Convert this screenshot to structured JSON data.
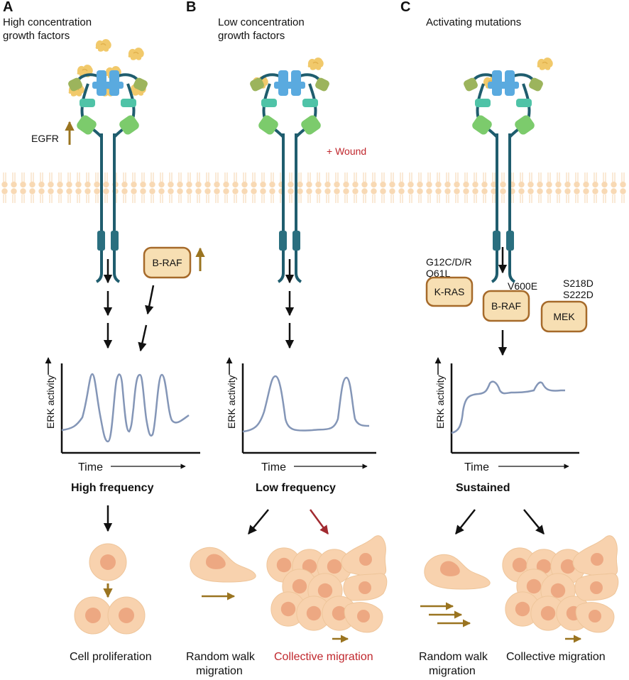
{
  "panels": [
    {
      "letter": "A",
      "heading_line1": "High concentration",
      "heading_line2": "growth factors",
      "receptor_label": "EGFR",
      "braf_label": "B-RAF",
      "y_axis": "ERK activity",
      "x_axis": "Time",
      "frequency_label": "High frequency",
      "outcome": "Cell proliferation"
    },
    {
      "letter": "B",
      "heading_line1": "Low concentration",
      "heading_line2": "growth factors",
      "wound_label": "+ Wound",
      "y_axis": "ERK activity",
      "x_axis": "Time",
      "frequency_label": "Low frequency",
      "outcome_left_line1": "Random walk",
      "outcome_left_line2": "migration",
      "outcome_right": "Collective migration"
    },
    {
      "letter": "C",
      "heading_line1": "Activating mutations",
      "kras_mutation_line1": "G12C/D/R",
      "kras_mutation_line2": "Q61L",
      "kras_label": "K-RAS",
      "braf_mutation": "V600E",
      "braf_label": "B-RAF",
      "mek_mutation_line1": "S218D",
      "mek_mutation_line2": "S222D",
      "mek_label": "MEK",
      "y_axis": "ERK activity",
      "x_axis": "Time",
      "frequency_label": "Sustained",
      "outcome_left_line1": "Random walk",
      "outcome_left_line2": "migration",
      "outcome_right": "Collective migration"
    }
  ],
  "colors": {
    "ligand": "#f1c96b",
    "receptor_top": "#5aaadf",
    "receptor_mid": "#4fc3a7",
    "receptor_lower": "#7ccb6c",
    "receptor_olive": "#9cb45c",
    "receptor_stem": "#1f5d6e",
    "membrane": "#f8d9b4",
    "box_fill": "#f7dfb3",
    "box_border": "#a66a2a",
    "signal_line": "#8496b7",
    "cell_fill": "#f8d2ae",
    "nucleus": "#eda882",
    "olive_arrow": "#9a7420",
    "red_arrow": "#a12a30",
    "red_text": "#c0272d"
  }
}
